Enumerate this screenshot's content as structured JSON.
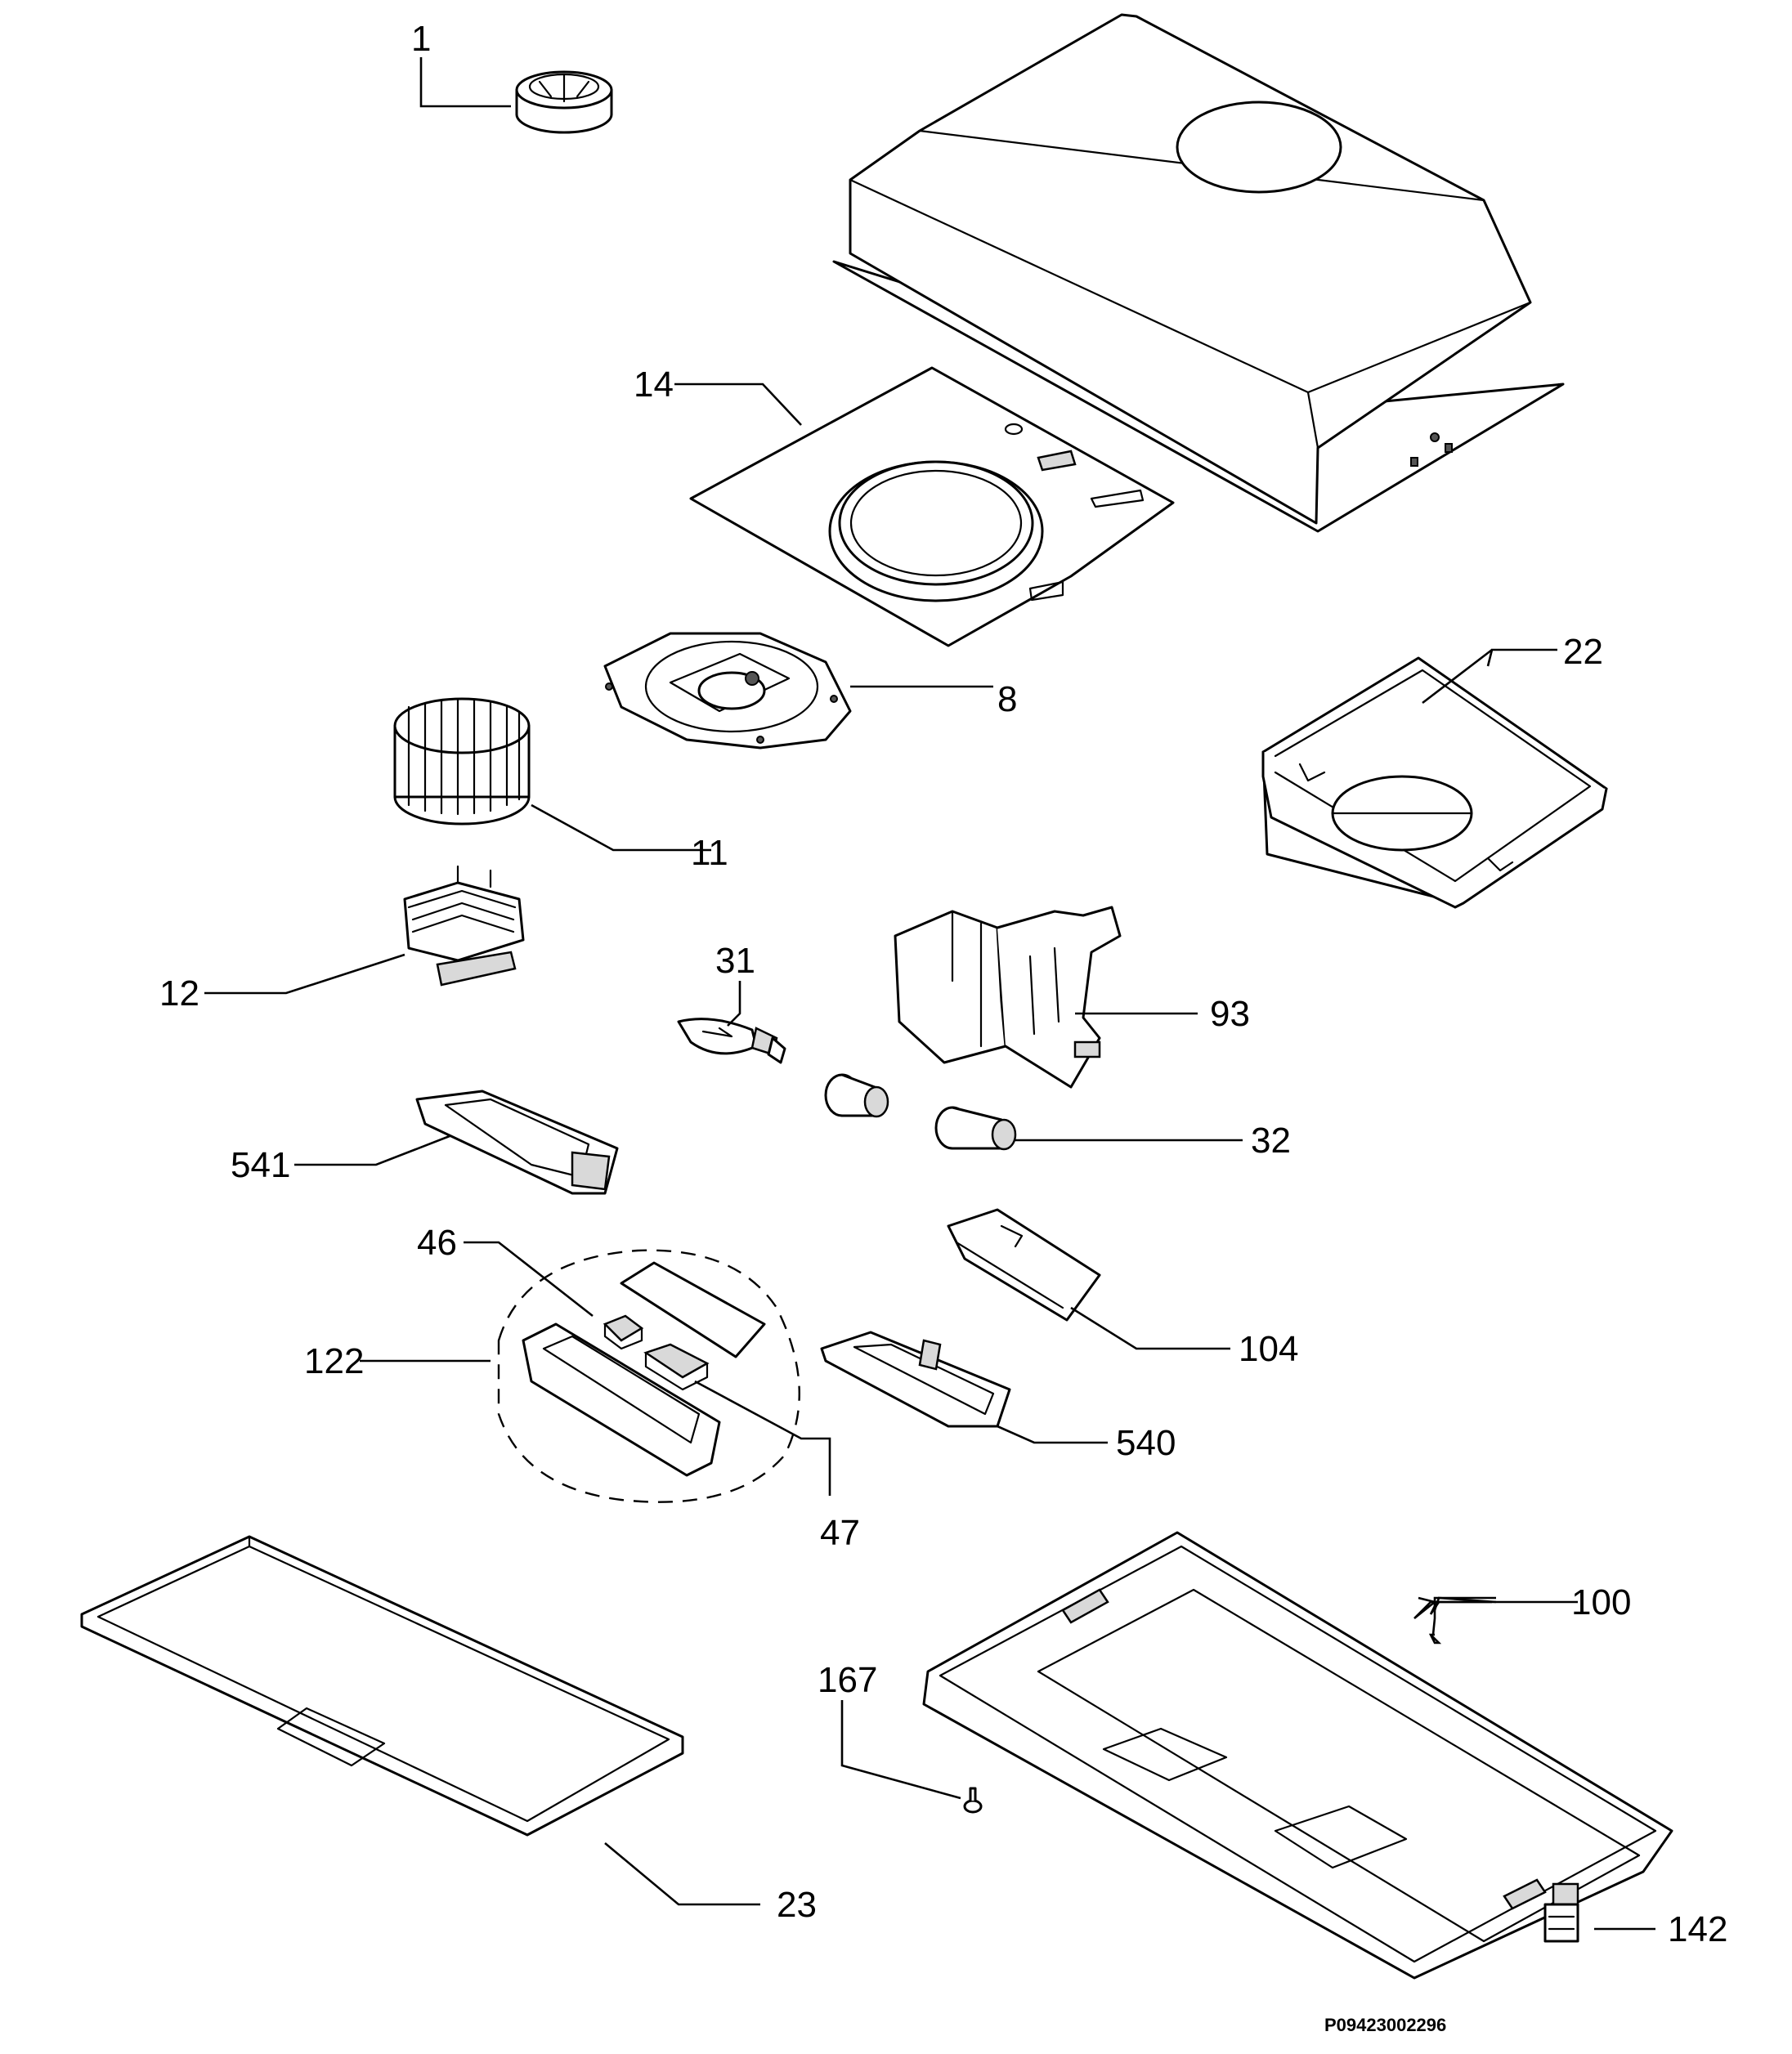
{
  "labels": {
    "l1": "1",
    "l14": "14",
    "l8": "8",
    "l22": "22",
    "l11": "11",
    "l12": "12",
    "l31": "31",
    "l93": "93",
    "l541": "541",
    "l32": "32",
    "l46": "46",
    "l122": "122",
    "l104": "104",
    "l540": "540",
    "l47": "47",
    "l100": "100",
    "l167": "167",
    "l23": "23",
    "l142": "142"
  },
  "drawing_code": "P09423002296",
  "colors": {
    "line": "#000000",
    "background": "#ffffff",
    "shade": "#d9d9d9"
  }
}
